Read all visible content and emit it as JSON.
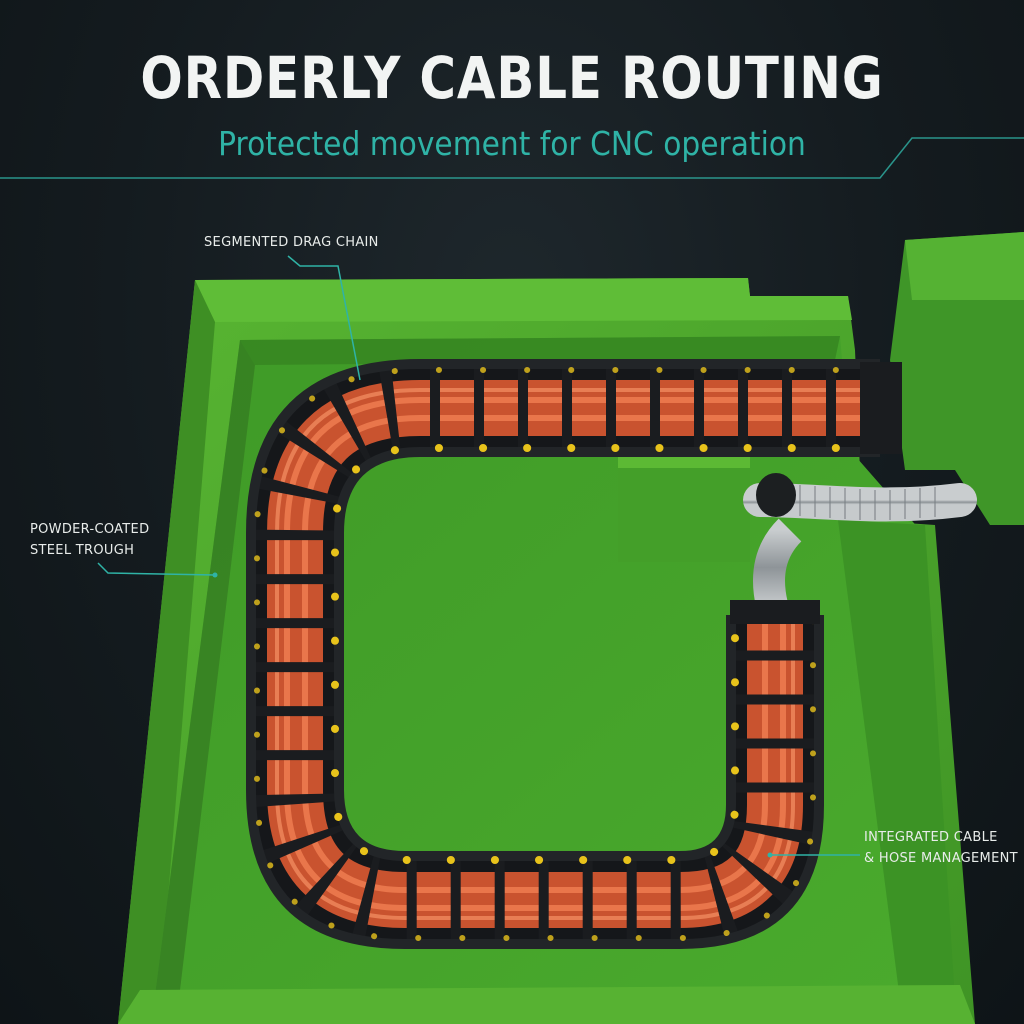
{
  "header": {
    "title": "ORDERLY CABLE ROUTING",
    "subtitle": "Protected movement for CNC operation"
  },
  "callouts": {
    "drag_chain": "SEGMENTED DRAG CHAIN",
    "trough_line1": "POWDER-COATED",
    "trough_line2": "STEEL TROUGH",
    "cable_line1": "INTEGRATED CABLE",
    "cable_line2": "& HOSE MANAGEMENT"
  },
  "colors": {
    "accent": "#2fb3a6",
    "trough_green": "#4aa82c",
    "chain_black": "#16181a",
    "cable_orange": "#d9603c",
    "pin_yellow": "#e8c31b"
  }
}
